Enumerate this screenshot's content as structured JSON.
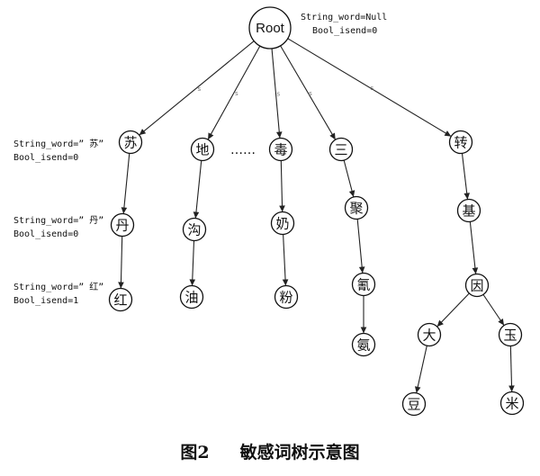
{
  "root": {
    "label": "Root",
    "string_word": "String_word=Null",
    "bool_isend": "Bool_isend=0"
  },
  "edge_label": "s",
  "ellipsis": "……",
  "branches": [
    {
      "chars": [
        "苏",
        "丹",
        "红"
      ],
      "annotations": [
        {
          "string_word": "String_word=” 苏”",
          "bool_isend": "Bool_isend=0"
        },
        {
          "string_word": "String_word=” 丹”",
          "bool_isend": "Bool_isend=0"
        },
        {
          "string_word": "String_word=” 红”",
          "bool_isend": "Bool_isend=1"
        }
      ]
    },
    {
      "chars": [
        "地",
        "沟",
        "油"
      ]
    },
    {
      "chars": [
        "毒",
        "奶",
        "粉"
      ]
    },
    {
      "chars": [
        "三",
        "聚",
        "氰",
        "氨"
      ]
    },
    {
      "chars": [
        "转",
        "基",
        "因"
      ],
      "split": [
        [
          "大",
          "豆"
        ],
        [
          "玉",
          "米"
        ]
      ]
    }
  ],
  "caption": {
    "figure_number": "图2",
    "title": "敏感词树示意图"
  }
}
